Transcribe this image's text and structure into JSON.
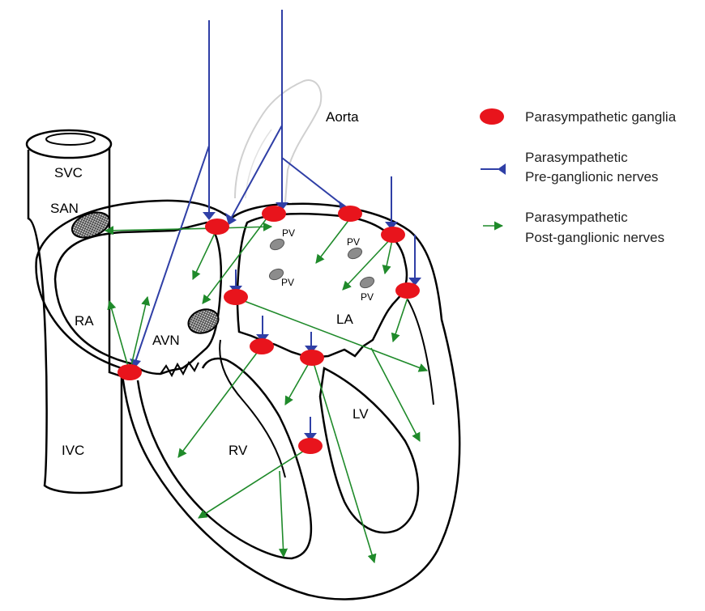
{
  "labels": {
    "aorta": "Aorta",
    "svc": "SVC",
    "san": "SAN",
    "ra": "RA",
    "avn": "AVN",
    "la": "LA",
    "lv": "LV",
    "rv": "RV",
    "ivc": "IVC",
    "pv": "PV"
  },
  "legend": {
    "ganglia": "Parasympathetic ganglia",
    "pre_line1": "Parasympathetic",
    "pre_line2": "Pre-ganglionic nerves",
    "post_line1": "Parasympathetic",
    "post_line2": "Post-ganglionic nerves"
  },
  "colors": {
    "ganglia": "#e8141c",
    "pre": "#2f3fa6",
    "post": "#1f8a2a",
    "node": "#8c8c8c",
    "aorta_outline": "#d0d0d0"
  }
}
